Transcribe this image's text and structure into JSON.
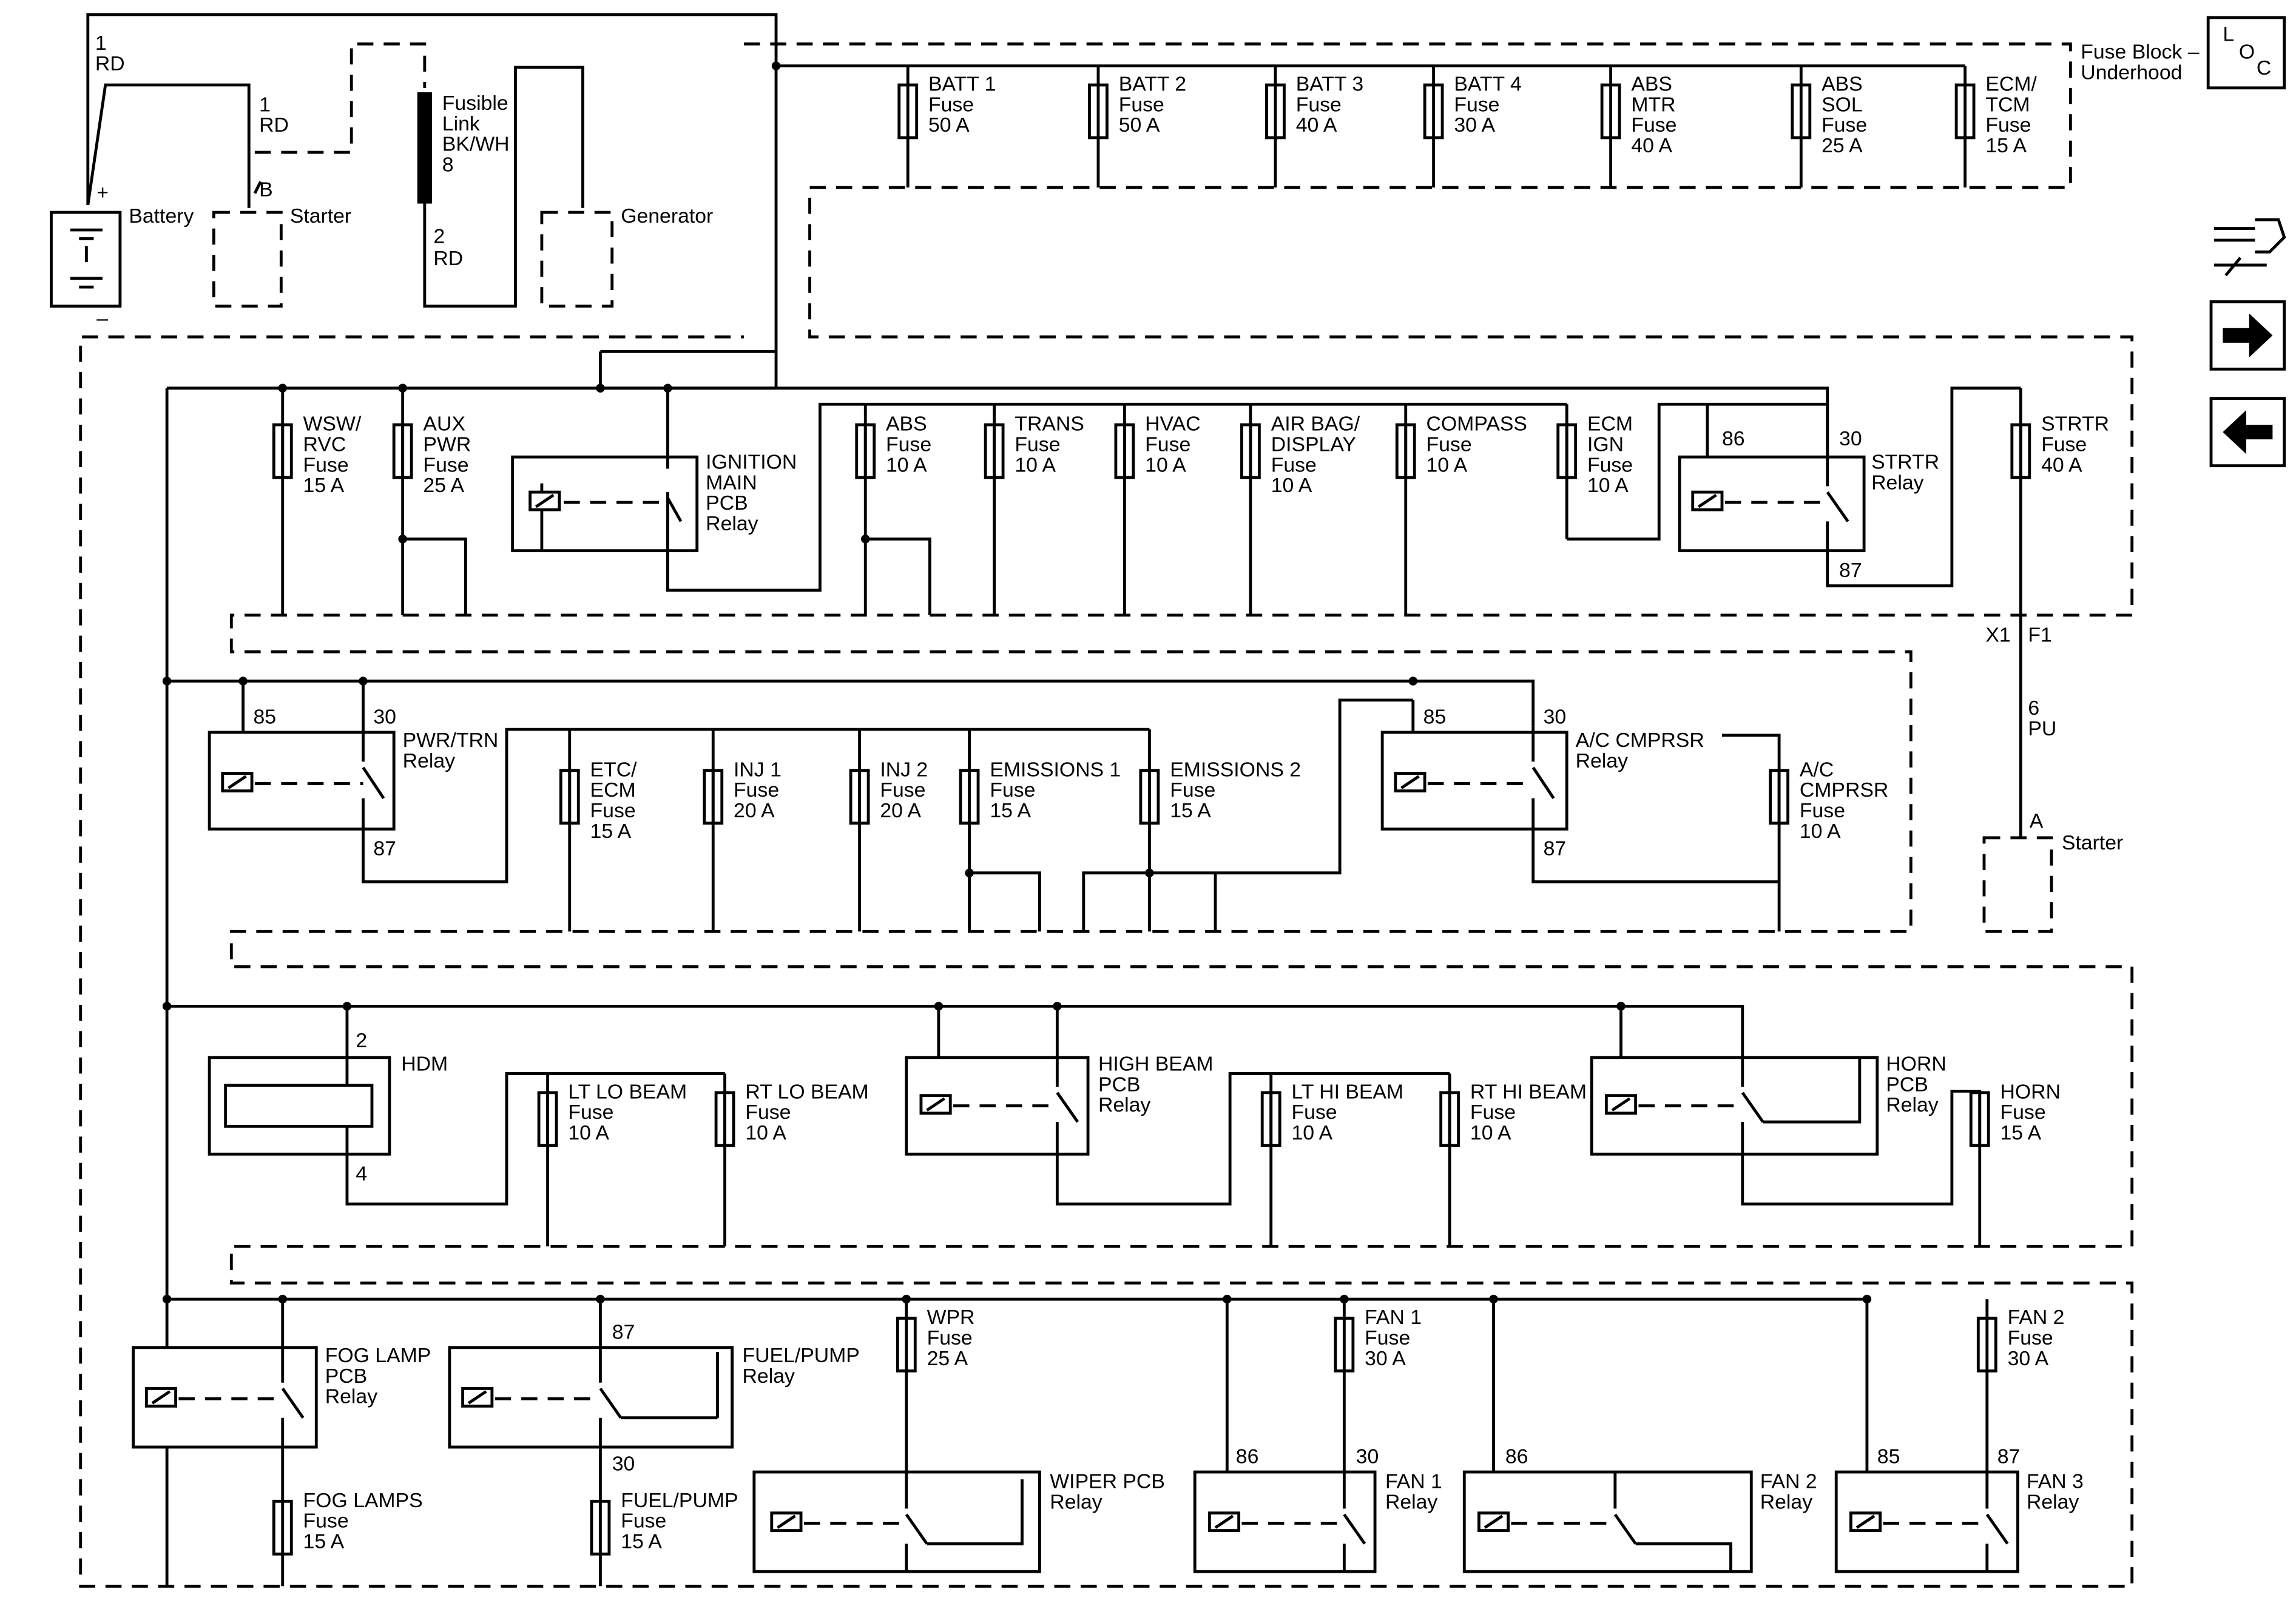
{
  "source_block": {
    "battery": "Battery",
    "starter": "Starter",
    "generator": "Generator",
    "battery_plus": "+",
    "battery_minus": "–",
    "wire_1rd_top": [
      "1",
      "RD"
    ],
    "wire_1rd_starter": [
      "1",
      "RD"
    ],
    "pin_b": "B",
    "fusible_link": [
      "Fusible",
      "Link",
      "BK/WH",
      "8"
    ],
    "wire_2rd": [
      "2",
      "RD"
    ]
  },
  "fuse_block": {
    "title": [
      "Fuse Block –",
      "Underhood"
    ],
    "loc_letters": [
      "L",
      "O",
      "C"
    ]
  },
  "top_fuses": [
    [
      "BATT 1",
      "Fuse",
      "50 A"
    ],
    [
      "BATT 2",
      "Fuse",
      "50 A"
    ],
    [
      "BATT 3",
      "Fuse",
      "40 A"
    ],
    [
      "BATT 4",
      "Fuse",
      "30 A"
    ],
    [
      "ABS",
      "MTR",
      "Fuse",
      "40 A"
    ],
    [
      "ABS",
      "SOL",
      "Fuse",
      "25 A"
    ],
    [
      "ECM/",
      "TCM",
      "Fuse",
      "15 A"
    ]
  ],
  "row1": {
    "fuses": [
      [
        "WSW/",
        "RVC",
        "Fuse",
        "15 A"
      ],
      [
        "AUX",
        "PWR",
        "Fuse",
        "25 A"
      ],
      [
        "ABS",
        "Fuse",
        "10 A"
      ],
      [
        "TRANS",
        "Fuse",
        "10 A"
      ],
      [
        "HVAC",
        "Fuse",
        "10 A"
      ],
      [
        "AIR BAG/",
        "DISPLAY",
        "Fuse",
        "10 A"
      ],
      [
        "COMPASS",
        "Fuse",
        "10 A"
      ],
      [
        "ECM",
        "IGN",
        "Fuse",
        "10 A"
      ],
      [
        "STRTR",
        "Fuse",
        "40 A"
      ]
    ],
    "ignition_relay": [
      "IGNITION",
      "MAIN",
      "PCB",
      "Relay"
    ],
    "strtr_relay": [
      "STRTR",
      "Relay"
    ],
    "strtr_pins": [
      "86",
      "30",
      "87"
    ],
    "connector": [
      "X1",
      "F1"
    ],
    "wire": [
      "6",
      "PU"
    ],
    "pin_a": "A",
    "starter": "Starter"
  },
  "row2": {
    "pwr_relay": [
      "PWR/TRN",
      "Relay"
    ],
    "pwr_pins": [
      "85",
      "30",
      "87"
    ],
    "fuses": [
      [
        "ETC/",
        "ECM",
        "Fuse",
        "15 A"
      ],
      [
        "INJ 1",
        "Fuse",
        "20 A"
      ],
      [
        "INJ 2",
        "Fuse",
        "20 A"
      ],
      [
        "EMISSIONS 1",
        "Fuse",
        "15 A"
      ],
      [
        "EMISSIONS 2",
        "Fuse",
        "15 A"
      ],
      [
        "A/C",
        "CMPRSR",
        "Fuse",
        "10 A"
      ]
    ],
    "ac_relay": [
      "A/C CMPRSR",
      "Relay"
    ],
    "ac_pins": [
      "85",
      "30",
      "87"
    ]
  },
  "row3": {
    "hdm": "HDM",
    "hdm_pins": [
      "2",
      "4"
    ],
    "fuses": [
      [
        "LT LO BEAM",
        "Fuse",
        "10 A"
      ],
      [
        "RT LO BEAM",
        "Fuse",
        "10 A"
      ],
      [
        "LT HI BEAM",
        "Fuse",
        "10 A"
      ],
      [
        "RT HI BEAM",
        "Fuse",
        "10 A"
      ],
      [
        "HORN",
        "Fuse",
        "15 A"
      ]
    ],
    "high_beam_relay": [
      "HIGH BEAM",
      "PCB",
      "Relay"
    ],
    "horn_relay": [
      "HORN",
      "PCB",
      "Relay"
    ]
  },
  "row4": {
    "fog_relay": [
      "FOG LAMP",
      "PCB",
      "Relay"
    ],
    "fuel_relay": [
      "FUEL/PUMP",
      "Relay"
    ],
    "fuel_pins": [
      "87",
      "30"
    ],
    "fog_fuse": [
      "FOG LAMPS",
      "Fuse",
      "15 A"
    ],
    "fuel_fuse": [
      "FUEL/PUMP",
      "Fuse",
      "15 A"
    ],
    "wpr_fuse": [
      "WPR",
      "Fuse",
      "25 A"
    ],
    "wiper_relay": [
      "WIPER PCB",
      "Relay"
    ],
    "fan1_fuse": [
      "FAN 1",
      "Fuse",
      "30 A"
    ],
    "fan2_fuse": [
      "FAN 2",
      "Fuse",
      "30 A"
    ],
    "fan1_relay": [
      "FAN 1",
      "Relay"
    ],
    "fan1_pins": [
      "86",
      "30"
    ],
    "fan2_relay": [
      "FAN 2",
      "Relay"
    ],
    "fan2_pins": [
      "86"
    ],
    "fan3_relay": [
      "FAN 3",
      "Relay"
    ],
    "fan3_pins": [
      "85",
      "87"
    ]
  },
  "nav": {
    "icons": [
      "connector-wrench-icon",
      "arrow-right-icon",
      "arrow-left-icon"
    ]
  }
}
